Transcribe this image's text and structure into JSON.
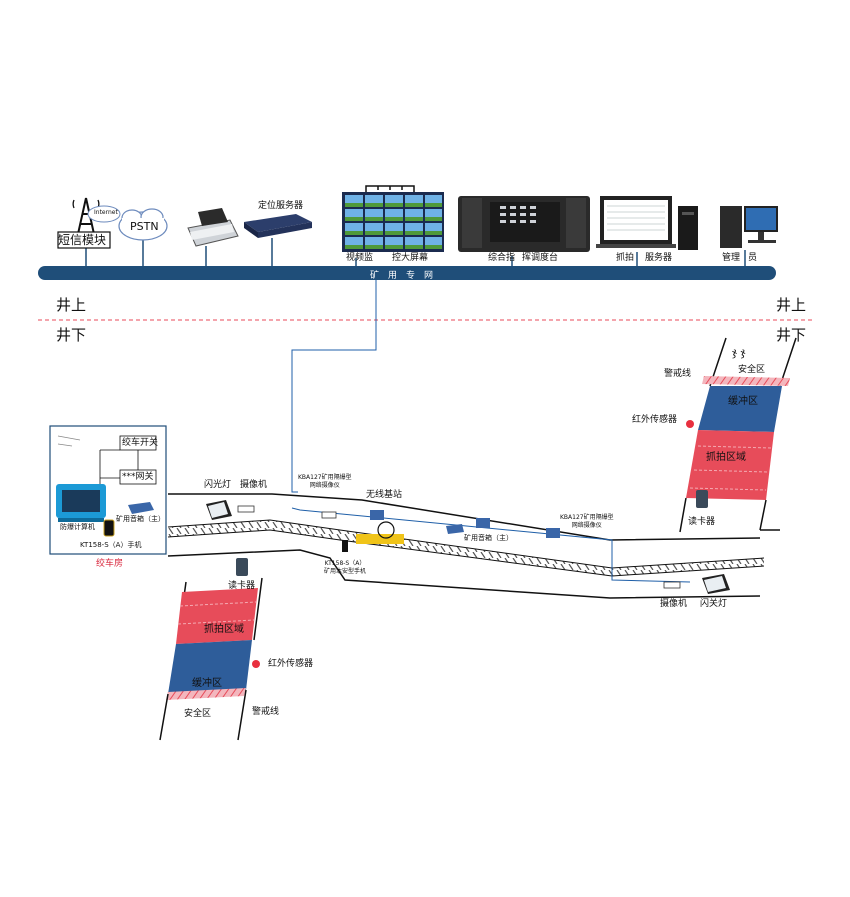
{
  "network": {
    "bus_label": "矿　用　专　网",
    "above_ground": "井上",
    "below_ground": "井下"
  },
  "top_devices": {
    "sms": "短信模块",
    "internet": "Internet",
    "pstn": "PSTN",
    "location_server": "定位服务器",
    "video_wall": "视频监",
    "video_wall_2": "控大屏幕",
    "dispatch_1": "综合指",
    "dispatch_2": "挥调度台",
    "capture_1": "抓拍",
    "capture_2": "服务器",
    "manager_1": "管理",
    "manager_2": "员"
  },
  "winch_room": {
    "title": "绞车房",
    "winch_switch": "绞车开关",
    "gateway": "***网关",
    "computer": "防爆计算机",
    "phone": "KT158-S（A）手机",
    "speaker": "矿用音箱（主）"
  },
  "underground": {
    "flash_left": "闪光灯",
    "camera_left": "摄像机",
    "isolator_left_1": "KBA127矿用隔爆型",
    "isolator_left_2": "网络摄像仪",
    "base_station": "无线基站",
    "speaker_mid": "矿用音箱（主）",
    "isolator_right_1": "KBA127矿用隔爆型",
    "isolator_right_2": "网络摄像仪",
    "handset_1": "KT158-S（A）",
    "handset_2": "矿用本安型手机",
    "camera_right": "摄像机",
    "flash_right": "闪关灯"
  },
  "right_zone": {
    "warning_line": "警戒线",
    "safe_area": "安全区",
    "buffer_area": "缓冲区",
    "capture_area": "抓拍区域",
    "ir_sensor": "红外传感器",
    "card_reader": "读卡器"
  },
  "left_zone": {
    "card_reader": "读卡器",
    "capture_area": "抓拍区域",
    "buffer_area": "缓冲区",
    "ir_sensor": "红外传感器",
    "safe_area": "安全区",
    "warning_line": "警戒线"
  },
  "colors": {
    "bus": "#1f4e79",
    "link": "#1f5fa8",
    "dashed_divider": "#e8485a",
    "capture_zone": "#e74c5a",
    "buffer_zone": "#2e5d9a",
    "sensor_dot": "#e8303f"
  }
}
